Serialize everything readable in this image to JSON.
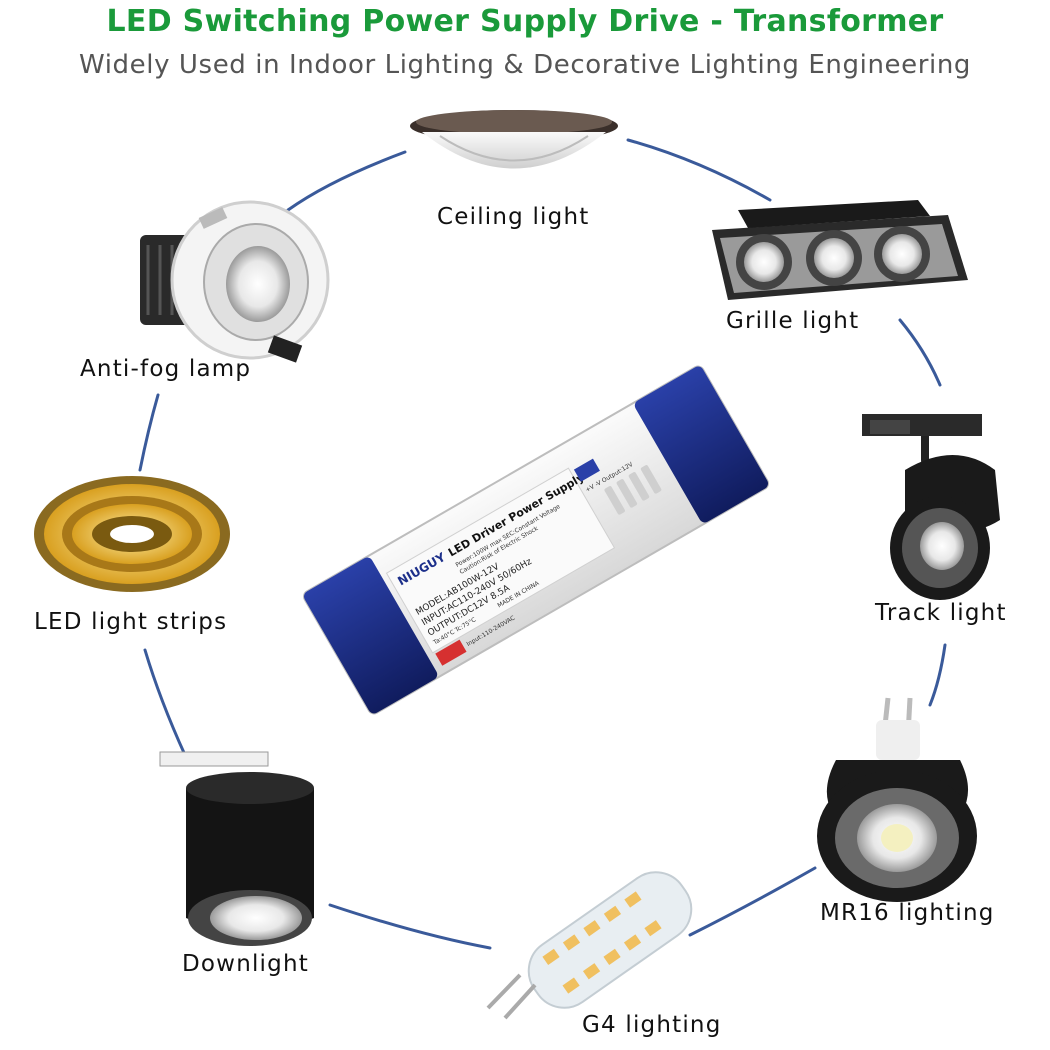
{
  "header": {
    "title": "LED Switching Power Supply Drive - Transformer",
    "subtitle": "Widely Used in Indoor Lighting & Decorative Lighting Engineering"
  },
  "colors": {
    "title": "#1a9a3a",
    "subtitle": "#555555",
    "ring": "#3a5a9a",
    "driver_body": "#eeeeee",
    "driver_caps": "#1c2f8a"
  },
  "driver": {
    "brand": "NIUGUY",
    "product": "LED Driver Power Supply",
    "model": "MODEL:AB100W-12V",
    "input": "INPUT:AC110-240V 50/60Hz",
    "output": "OUTPUT:DC12V 8.5A",
    "power": "Power:100W max  SEC:Constant Voltage",
    "caution": "Caution:Risk of Electric Shock",
    "temp": "Ta:40°C Tc:75°C",
    "origin": "MADE IN CHINA",
    "terminal_input": "Input:110-240VAC",
    "terminal_output": "+V -V Output:12V"
  },
  "applications": [
    {
      "id": "ceiling",
      "label": "Ceiling light"
    },
    {
      "id": "grille",
      "label": "Grille light"
    },
    {
      "id": "track",
      "label": "Track light"
    },
    {
      "id": "mr16",
      "label": "MR16 lighting"
    },
    {
      "id": "g4",
      "label": "G4 lighting"
    },
    {
      "id": "downlight",
      "label": "Downlight"
    },
    {
      "id": "strips",
      "label": "LED light strips"
    },
    {
      "id": "antifog",
      "label": "Anti-fog lamp"
    }
  ]
}
